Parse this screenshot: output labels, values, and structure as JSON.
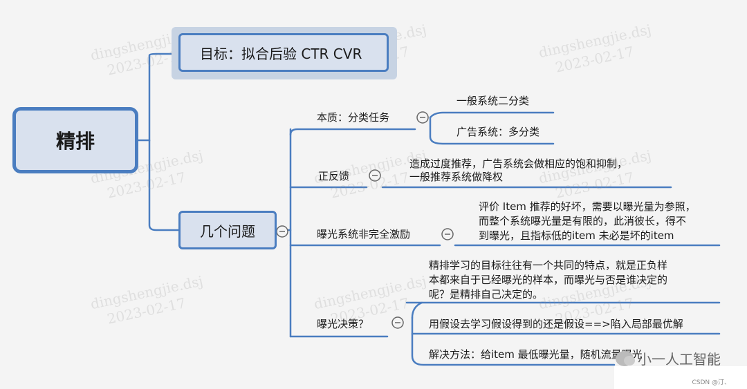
{
  "root": {
    "label": "精排"
  },
  "goal": {
    "label": "目标：拟合后验 CTR CVR"
  },
  "issues": {
    "label": "几个问题",
    "items": [
      {
        "label": "本质：分类任务",
        "details": [
          "一般系统二分类",
          "广告系统：多分类"
        ]
      },
      {
        "label": "正反馈",
        "details": [
          "造成过度推荐，广告系统会做相应的饱和抑制，",
          "一般推荐系统做降权"
        ]
      },
      {
        "label": "曝光系统非完全激励",
        "details": [
          "评价 Item 推荐的好坏，需要以曝光量为参照，",
          "而整个系统曝光量是有限的，此消彼长，得不",
          "到曝光，且指标低的item 未必是坏的item"
        ]
      },
      {
        "label": "曝光决策？",
        "details": [
          "精排学习的目标往往有一个共同的特点，就是正负样",
          "本都来自于已经曝光的样本，而曝光与否是谁决定的",
          "呢？是精排自己决定的。",
          "用假设去学习假设得到的还是假设==>陷入局部最优解",
          "解决方法：给item 最低曝光量，随机流量曝光"
        ]
      }
    ]
  },
  "watermark": {
    "name": "dingshengjie.dsj",
    "date": "2023-02-17"
  },
  "branding": {
    "name": "小一人工智能",
    "credit": "CSDN @汀、"
  },
  "colors": {
    "accent": "#4a7dc0",
    "line": "#4a7dc0",
    "node_fill": "#d9e1ee"
  }
}
